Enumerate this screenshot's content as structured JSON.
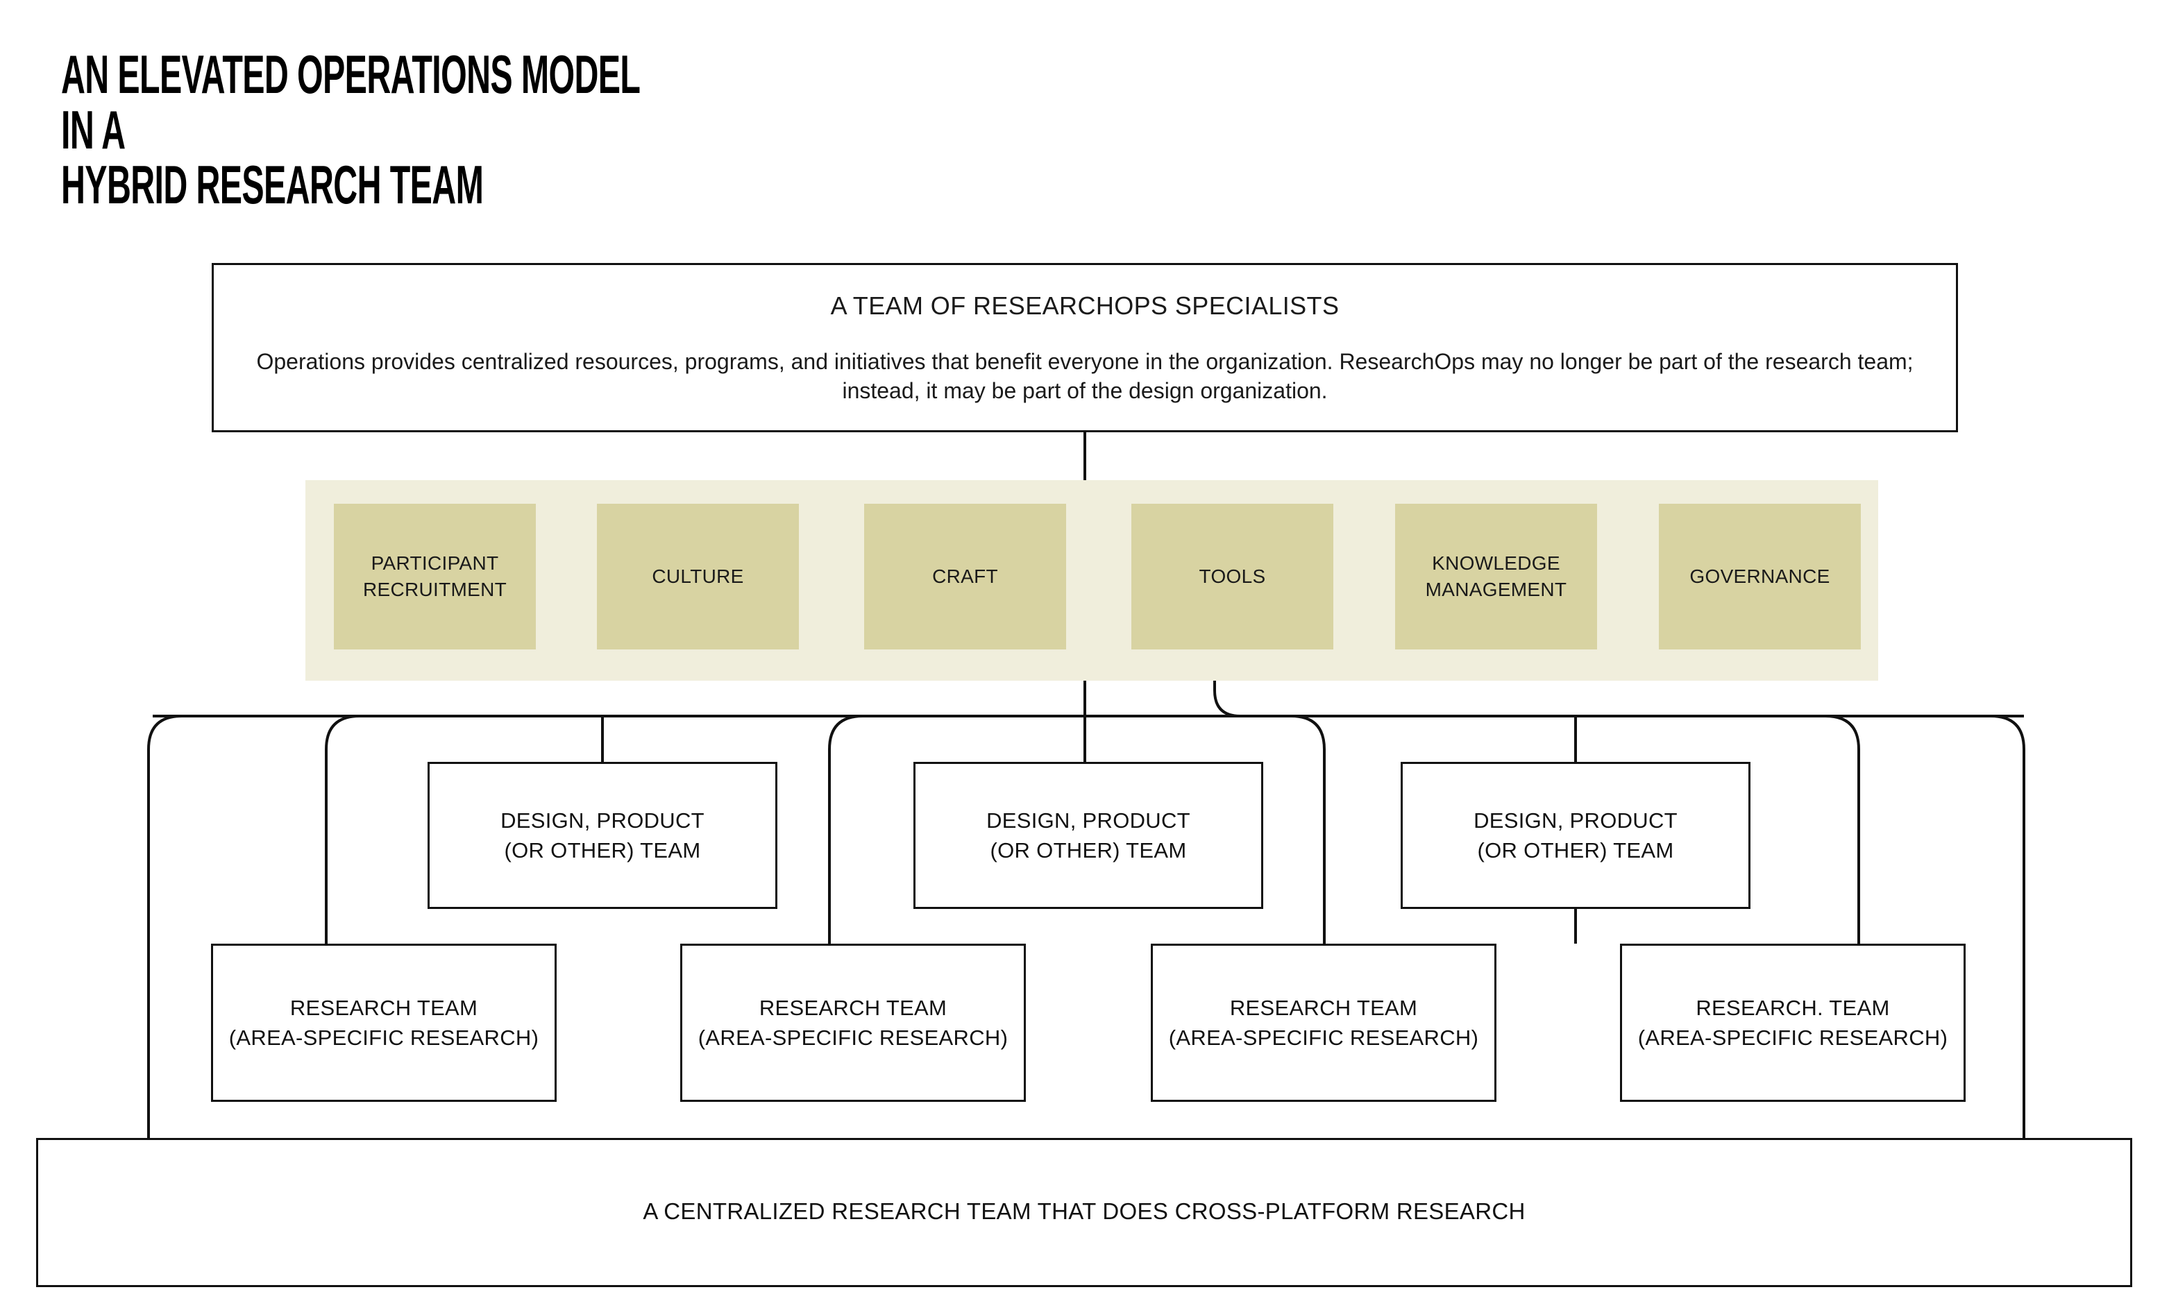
{
  "title": {
    "text": "An Elevated Operations Model  in a\nHybrid Research Team"
  },
  "top_box": {
    "heading": "A TEAM OF RESEARCHOPS SPECIALISTS",
    "body": "Operations provides centralized resources, programs, and initiatives that benefit everyone in the organization. ResearchOps may no longer be part of the research team; instead, it may be part of the design organization."
  },
  "band": {
    "background_color": "#f0eedc",
    "pillar_color": "#d8d3a2",
    "pillars": [
      {
        "label": "Participant\nRecruitment"
      },
      {
        "label": "Culture"
      },
      {
        "label": "Craft"
      },
      {
        "label": "Tools"
      },
      {
        "label": "Knowledge\nManagement"
      },
      {
        "label": "Governance"
      }
    ]
  },
  "design_boxes": [
    {
      "label": "Design, Product\n(or other) team"
    },
    {
      "label": "Design, Product\n(or other) team"
    },
    {
      "label": "Design, Product\n(or other) team"
    }
  ],
  "research_boxes": [
    {
      "label": "Research Team\n(Area-specific research)"
    },
    {
      "label": "Research Team\n(Area-specific research)"
    },
    {
      "label": "Research Team\n(Area-specific research)"
    },
    {
      "label": "Research. Team\n(Area-specific research)"
    }
  ],
  "bottom_bar": {
    "label": "A centralized research team that does cross-platform research"
  },
  "colors": {
    "stroke": "#111111",
    "page_background": "#ffffff",
    "band_background": "#f0eedc",
    "pillar_fill": "#d8d3a2"
  }
}
